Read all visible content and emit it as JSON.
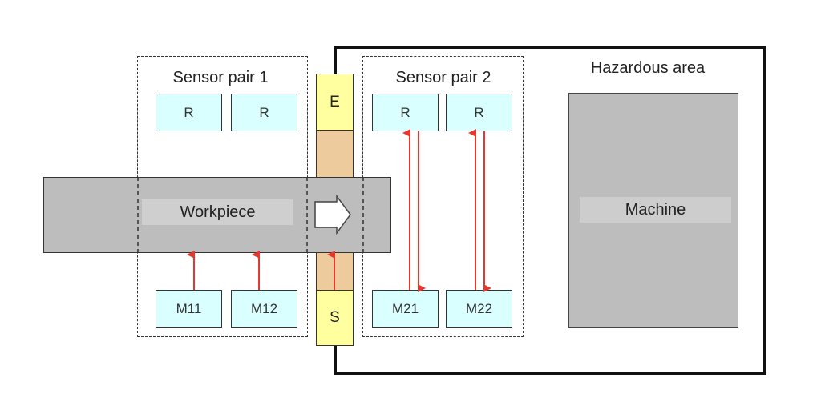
{
  "diagram": {
    "zones": {
      "hazardous_area": "Hazardous area",
      "sensor_pair_1": "Sensor pair 1",
      "sensor_pair_2": "Sensor pair 2"
    },
    "sensor_pair_1": {
      "receivers": [
        "R",
        "R"
      ],
      "transmitters": [
        "M11",
        "M12"
      ]
    },
    "sensor_pair_2": {
      "receivers": [
        "R",
        "R"
      ],
      "transmitters": [
        "M21",
        "M22"
      ]
    },
    "light_curtain": {
      "receiver": "E",
      "transmitter": "S"
    },
    "workpiece": "Workpiece",
    "machine": "Machine",
    "colors": {
      "sensor_fill": "#d9ffff",
      "light_curtain_end": "#ffff9f",
      "light_curtain_beam_zone": "#eecb9c",
      "object_gray": "#bdbdbd",
      "signal_arrow": "#e8382d"
    }
  }
}
